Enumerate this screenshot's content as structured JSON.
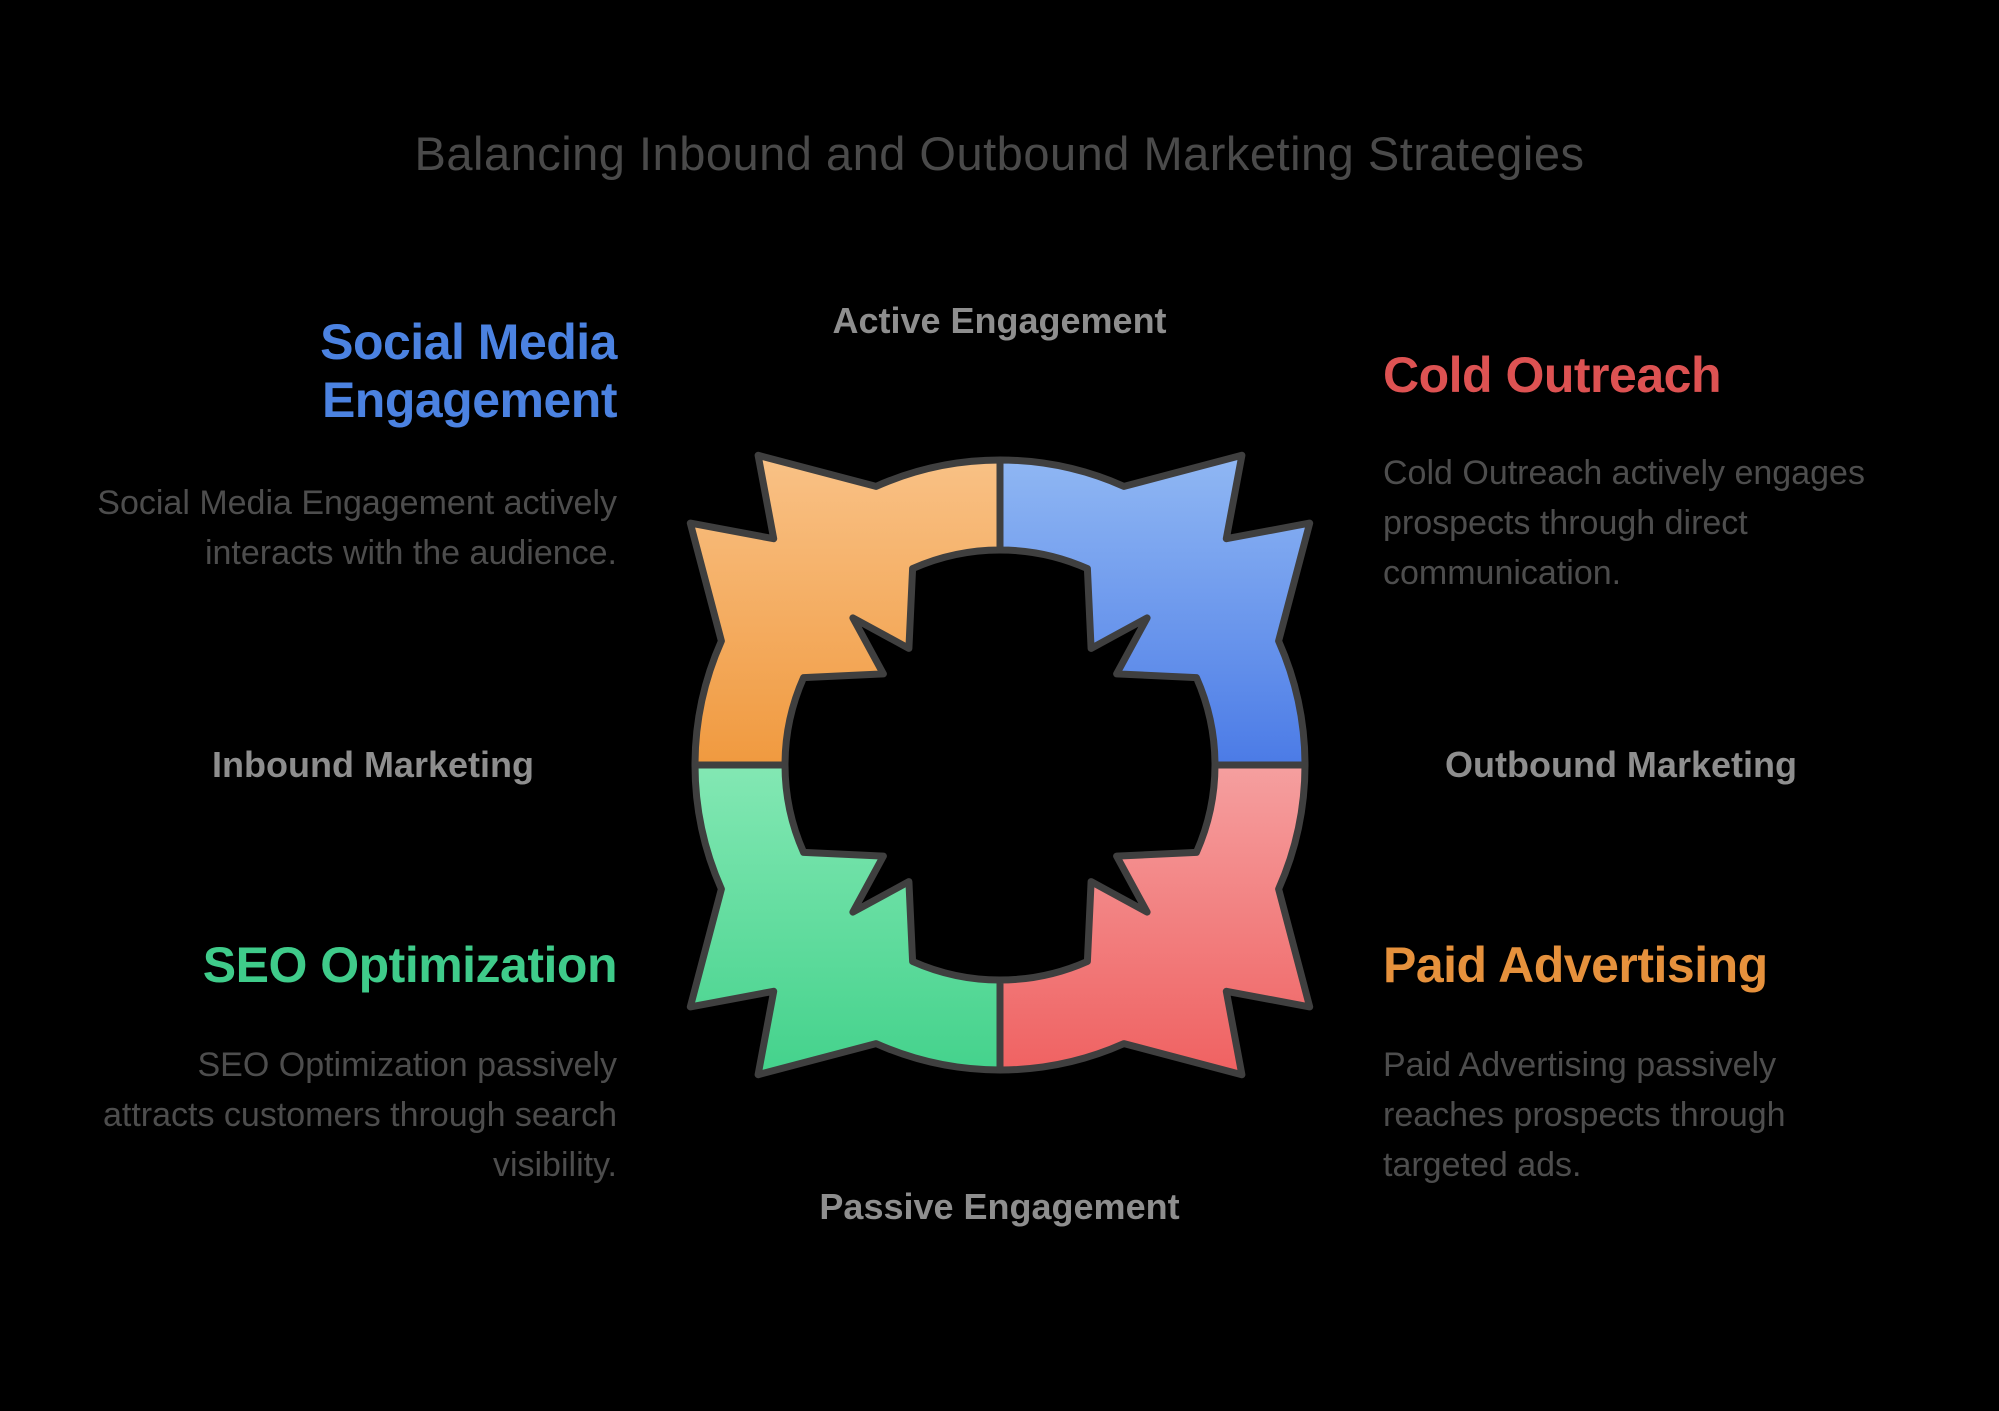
{
  "title": "Balancing Inbound and Outbound Marketing Strategies",
  "background_color": "#000000",
  "text_colors": {
    "title": "#4a4a4a",
    "body": "#4d4d4d",
    "axis_label": "#8e8e8e"
  },
  "diagram": {
    "labels": {
      "top": "Active Engagement",
      "right": "Outbound Marketing",
      "bottom": "Passive Engagement",
      "left": "Inbound Marketing"
    },
    "outline_color": "#3f3f3f",
    "segments": [
      {
        "position": "top-left",
        "color_top": "#f9c389",
        "color_bottom": "#f0993e"
      },
      {
        "position": "top-right",
        "color_top": "#93baf4",
        "color_bottom": "#4a7ae6"
      },
      {
        "position": "bottom-left",
        "color_top": "#84e8b4",
        "color_bottom": "#41d18a"
      },
      {
        "position": "bottom-right",
        "color_top": "#f5a0a0",
        "color_bottom": "#ef5f5f"
      }
    ]
  },
  "strategies": [
    {
      "position": "top-left",
      "title": "Social Media Engagement",
      "description": "Social Media Engagement actively interacts with the audience.",
      "color": "#4b82e1"
    },
    {
      "position": "top-right",
      "title": "Cold Outreach",
      "description": "Cold Outreach actively engages prospects through direct communication.",
      "color": "#dd5252"
    },
    {
      "position": "bottom-left",
      "title": "SEO Optimization",
      "description": "SEO Optimization passively attracts customers through search visibility.",
      "color": "#3fcb8a"
    },
    {
      "position": "bottom-right",
      "title": "Paid Advertising",
      "description": "Paid Advertising passively reaches prospects through targeted ads.",
      "color": "#e6913c"
    }
  ]
}
